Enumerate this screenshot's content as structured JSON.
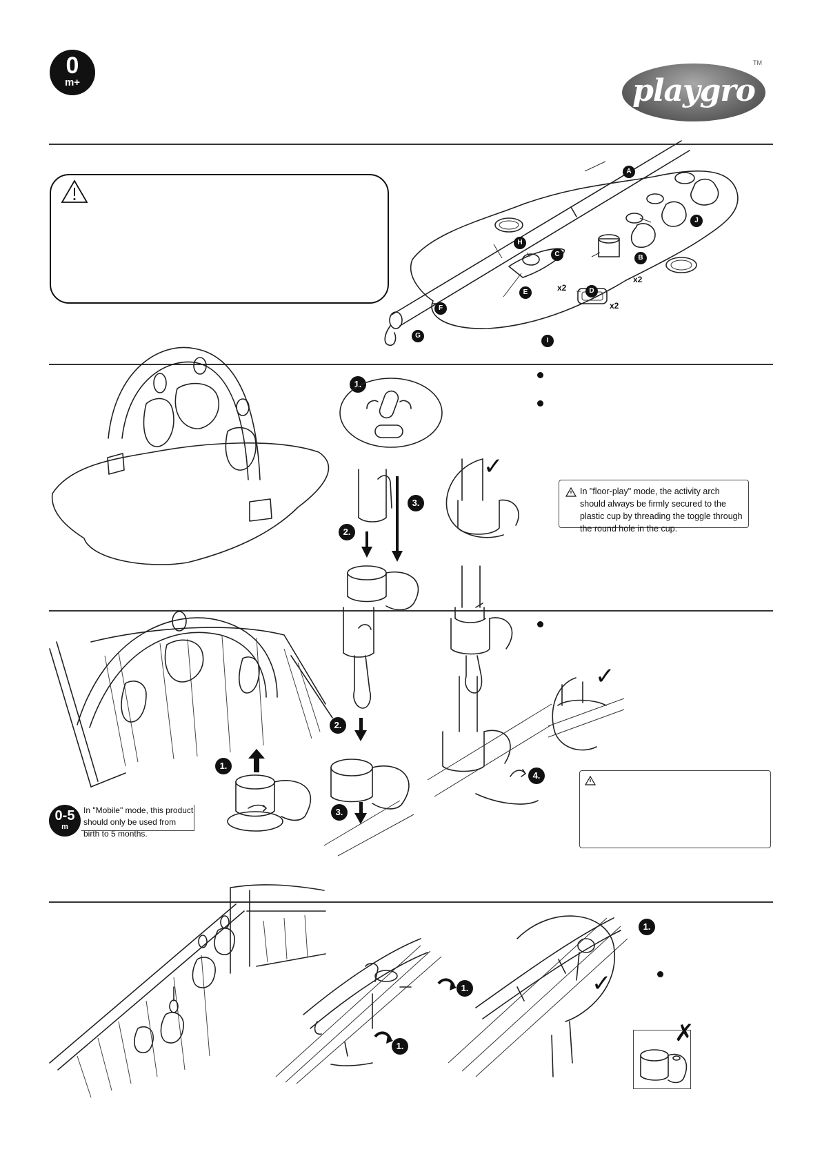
{
  "header": {
    "age_badge": {
      "number": "0",
      "unit": "m+"
    },
    "brand": {
      "name": "playgro",
      "trademark": "TM"
    }
  },
  "parts": [
    {
      "letter": "A"
    },
    {
      "letter": "B",
      "qty": "x2"
    },
    {
      "letter": "C"
    },
    {
      "letter": "D",
      "qty": "x2"
    },
    {
      "letter": "E",
      "qty": "x2"
    },
    {
      "letter": "F"
    },
    {
      "letter": "G"
    },
    {
      "letter": "H"
    },
    {
      "letter": "I"
    },
    {
      "letter": "J"
    }
  ],
  "steps": {
    "one": "1.",
    "two": "2.",
    "three": "3.",
    "four": "4."
  },
  "notes": {
    "floor_play": "In \"floor-play\" mode, the activity arch should always be firmly secured to the plastic cup by threading the toggle through the round hole in the cup.",
    "mobile_badge": {
      "number": "0-5",
      "unit": "m"
    },
    "mobile_mode": "In \"Mobile\" mode, this product should only be used from birth to 5 months."
  },
  "marks": {
    "check": "✓",
    "cross": "✗"
  },
  "icons": {
    "warning": "warning-triangle-icon"
  },
  "colors": {
    "ink": "#111111",
    "logo_gray": "#6b6b6b"
  }
}
